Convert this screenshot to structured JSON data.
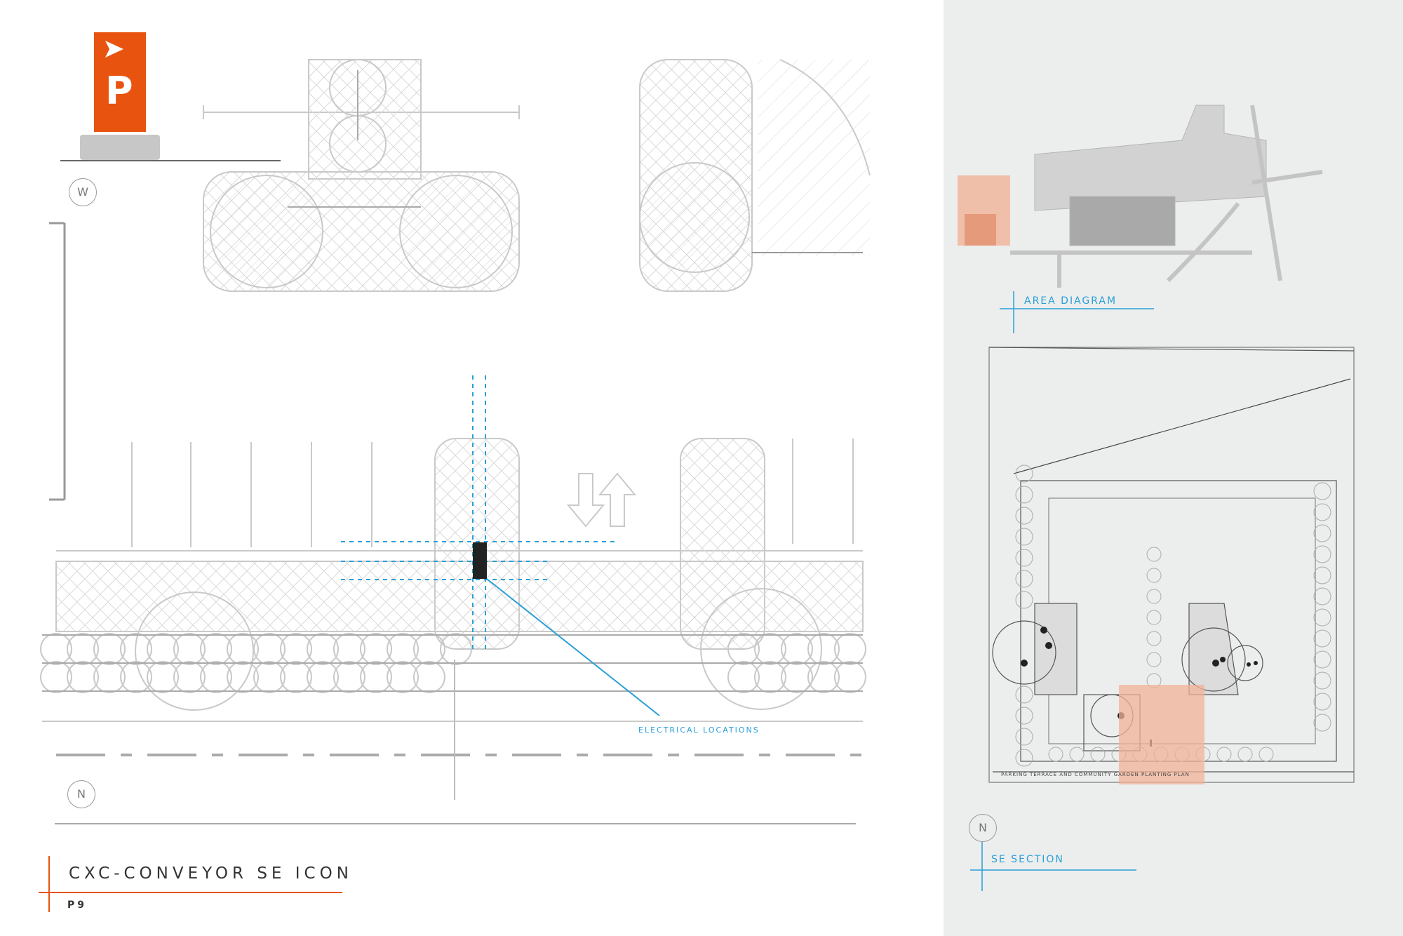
{
  "sheet": {
    "title": "CXC-CONVEYOR SE ICON",
    "code": "P9"
  },
  "sign_icon": {
    "glyph": "P",
    "color": "#e8540f"
  },
  "drawing": {
    "north_label_top": "W",
    "north_label_bottom": "N",
    "callout": "ELECTRICAL LOCATIONS"
  },
  "area_diagram": {
    "label": "AREA DIAGRAM"
  },
  "se_section": {
    "label": "SE SECTION",
    "north_label": "N",
    "plan_caption": "PARKING TERRACE AND COMMUNITY GARDEN PLANTING PLAN"
  },
  "colors": {
    "accent_orange": "#e8540f",
    "highlight_orange": "#f1b397",
    "blue": "#2a9fd8",
    "line_gray": "#c9c9c9"
  }
}
